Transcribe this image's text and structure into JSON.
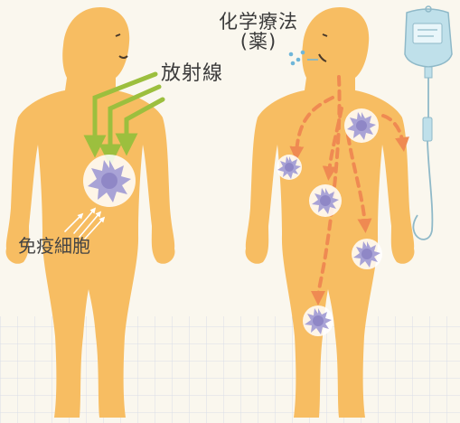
{
  "labels": {
    "radiation": "放射線",
    "chemo_line1": "化学療法",
    "chemo_line2": "(薬)",
    "immune_cells": "免疫細胞"
  },
  "colors": {
    "background": "#faf7ee",
    "grid": "#d9dde8",
    "body": "#f7bd62",
    "body_outline": "#e3a24a",
    "cancer_cell": "#a9a3d6",
    "cancer_cell_core": "#8f87c6",
    "radiation_arrow": "#9cbf3e",
    "chemo_arrow": "#ef8a52",
    "iv_bag": "#bfe0ea",
    "iv_line": "#8fb9c8"
  },
  "icons": {
    "cancer_cell": "spiky-cell-icon",
    "iv_bag": "iv-drip-bag-icon",
    "radiation_arrow": "arrow-down-icon",
    "chemo_path": "dashed-arrow-icon"
  }
}
